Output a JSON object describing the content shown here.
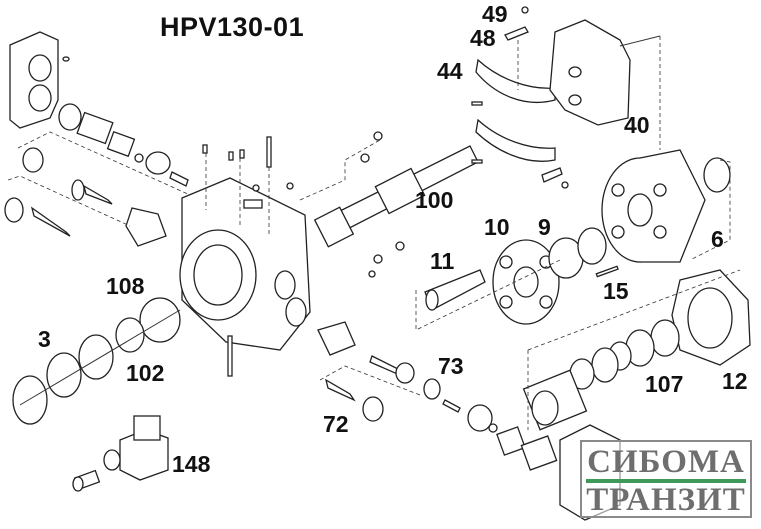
{
  "diagram": {
    "title": "HPV130-01",
    "part_labels": [
      {
        "id": "49",
        "text": "49"
      },
      {
        "id": "48",
        "text": "48"
      },
      {
        "id": "44",
        "text": "44"
      },
      {
        "id": "40",
        "text": "40"
      },
      {
        "id": "100",
        "text": "100"
      },
      {
        "id": "10",
        "text": "10"
      },
      {
        "id": "9",
        "text": "9"
      },
      {
        "id": "6",
        "text": "6"
      },
      {
        "id": "11",
        "text": "11"
      },
      {
        "id": "15",
        "text": "15"
      },
      {
        "id": "108",
        "text": "108"
      },
      {
        "id": "3",
        "text": "3"
      },
      {
        "id": "102",
        "text": "102"
      },
      {
        "id": "73",
        "text": "73"
      },
      {
        "id": "72",
        "text": "72"
      },
      {
        "id": "107",
        "text": "107"
      },
      {
        "id": "12",
        "text": "12"
      },
      {
        "id": "148",
        "text": "148"
      }
    ]
  },
  "watermark": {
    "line1": "СИБОМА",
    "line2": "ТРАНЗИТ",
    "bar_color": "#3e9a5a",
    "text_color": "#6e6e6e"
  }
}
